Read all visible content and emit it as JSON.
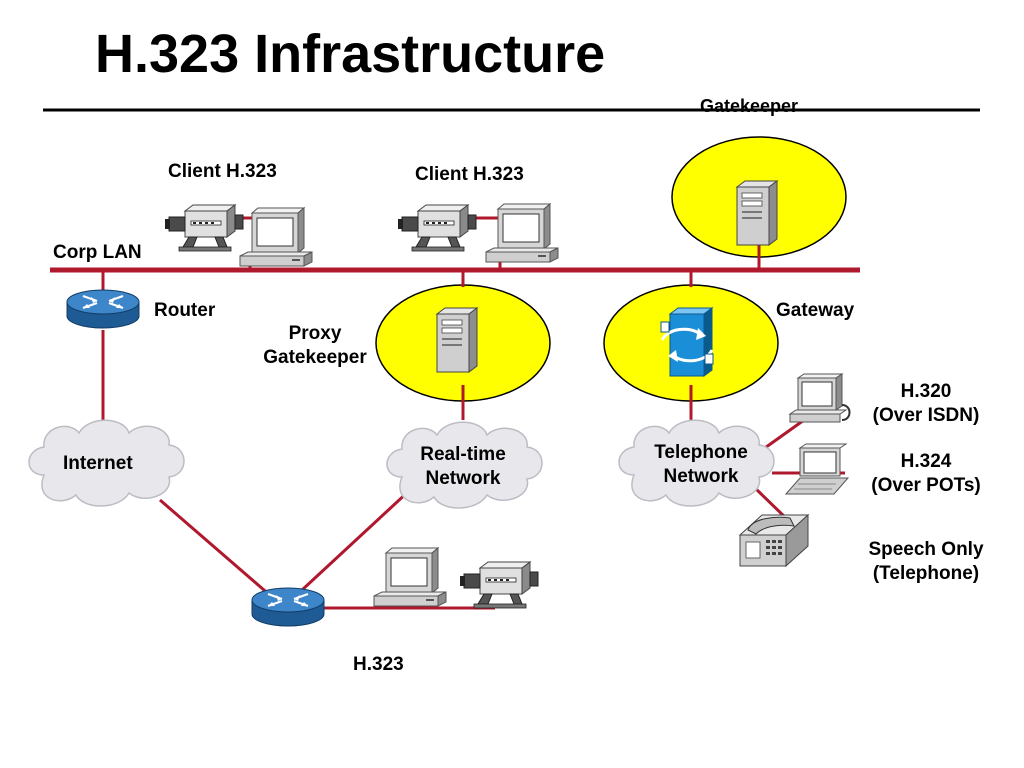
{
  "title": "H.323 Infrastructure",
  "labels": {
    "gatekeeper": "Gatekeeper",
    "client_1": "Client H.323",
    "client_2": "Client H.323",
    "corp_lan": "Corp LAN",
    "router": "Router",
    "proxy_line1": "Proxy",
    "proxy_line2": "Gatekeeper",
    "gateway": "Gateway",
    "internet": "Internet",
    "realtime_line1": "Real-time",
    "realtime_line2": "Network",
    "telephone_line1": "Telephone",
    "telephone_line2": "Network",
    "h320_line1": "H.320",
    "h320_line2": "(Over ISDN)",
    "h324_line1": "H.324",
    "h324_line2": "(Over POTs)",
    "speech_line1": "Speech Only",
    "speech_line2": "(Telephone)",
    "h323_bottom": "H.323"
  },
  "colors": {
    "link": "#b0182e",
    "zone_fill": "#ffff00",
    "router_blue": "#2a6fb0",
    "gateway_blue": "#1a8fd8",
    "cloud_fill": "#e8e8ec"
  }
}
